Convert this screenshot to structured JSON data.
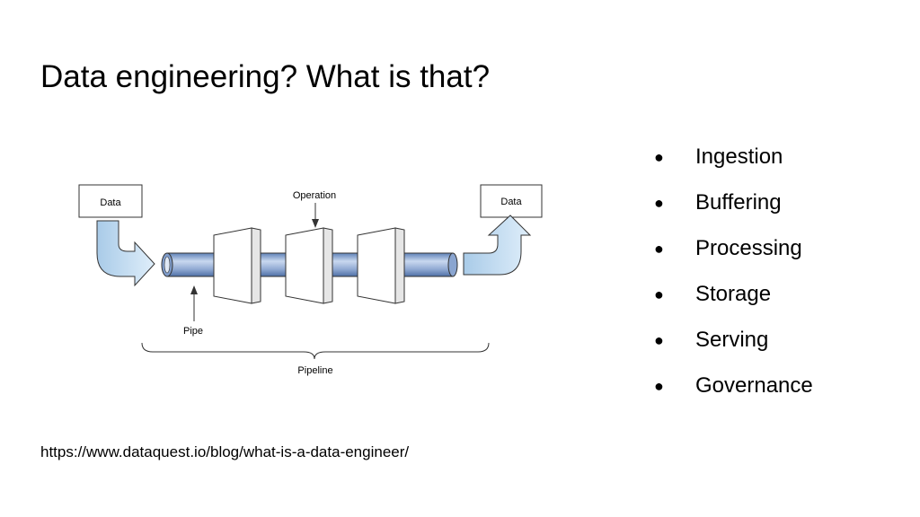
{
  "slide": {
    "title": "Data engineering? What is that?",
    "source": "https://www.dataquest.io/blog/what-is-a-data-engineer/"
  },
  "diagram": {
    "input_label": "Data",
    "output_label": "Data",
    "operation_label": "Operation",
    "pipe_label": "Pipe",
    "pipeline_label": "Pipeline"
  },
  "bullets": [
    {
      "label": "Ingestion"
    },
    {
      "label": "Buffering"
    },
    {
      "label": "Processing"
    },
    {
      "label": "Storage"
    },
    {
      "label": "Serving"
    },
    {
      "label": "Governance"
    }
  ],
  "colors": {
    "pipe_fill": "#9bb3d8",
    "arrow_fill": "#bcd8ee",
    "outline": "#333333"
  }
}
